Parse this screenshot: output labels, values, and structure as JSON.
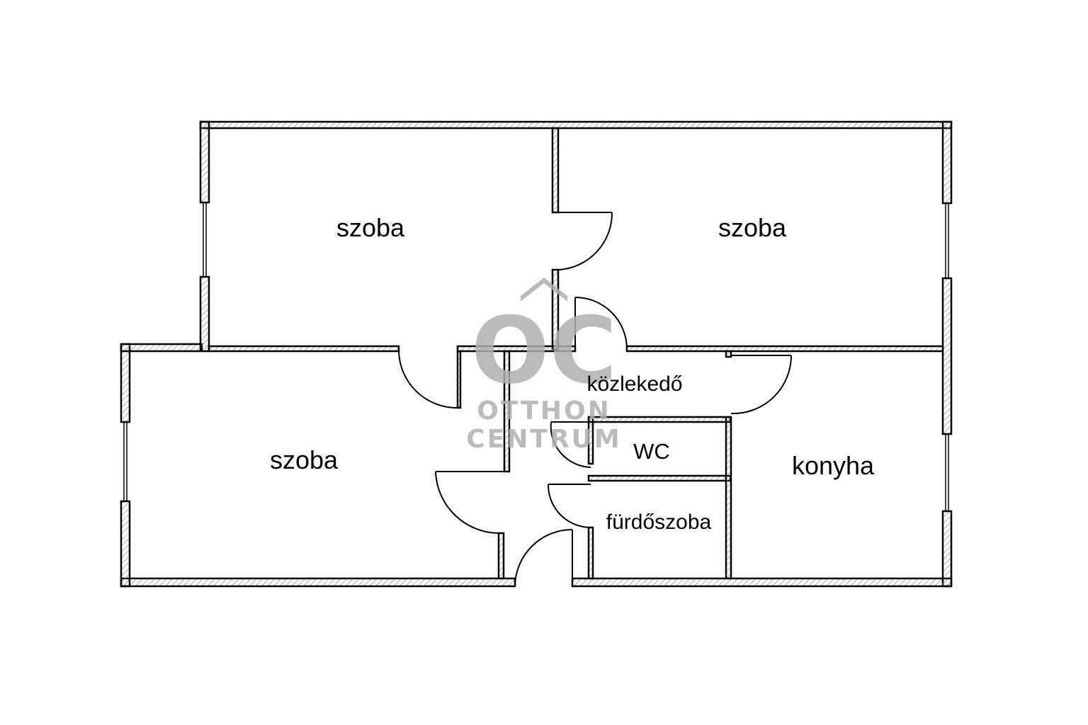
{
  "rooms": {
    "bedroom_top_left": "szoba",
    "bedroom_top_right": "szoba",
    "bedroom_bottom_left": "szoba",
    "hallway": "közlekedő",
    "toilet": "WC",
    "bathroom": "fürdőszoba",
    "kitchen": "konyha"
  },
  "watermark": {
    "monogram": "OC",
    "line1": "OTTHON",
    "line2": "CENTRUM"
  },
  "colors": {
    "wall_outline": "#000000",
    "wall_hatch": "#9a9a9a",
    "watermark": "#b0b0b0",
    "background": "#ffffff"
  }
}
